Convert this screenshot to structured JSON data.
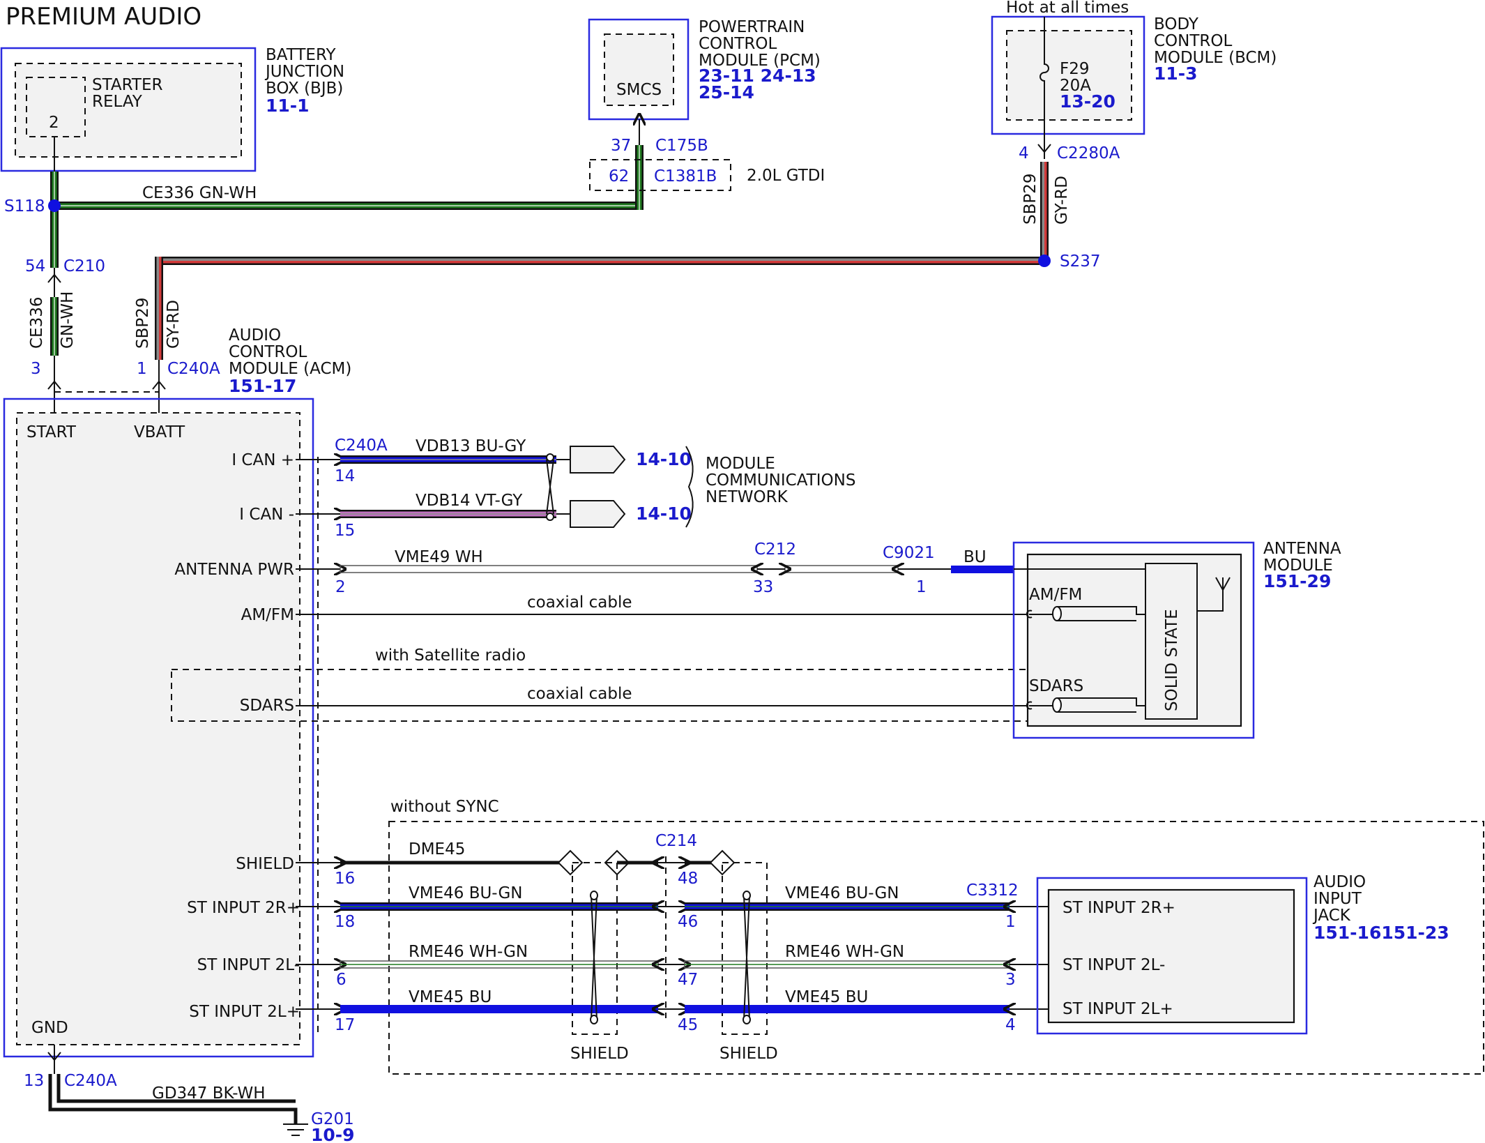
{
  "title": "PREMIUM AUDIO",
  "hot": "Hot at all times",
  "variant_gtdi": "2.0L GTDI",
  "bjb": {
    "name": [
      "BATTERY",
      "JUNCTION",
      "BOX (BJB)"
    ],
    "ref": "11-1",
    "relay": [
      "STARTER",
      "RELAY"
    ],
    "pin": "2"
  },
  "pcm": {
    "name": [
      "POWERTRAIN",
      "CONTROL",
      "MODULE (PCM)"
    ],
    "refs": [
      "23-11 24-13",
      "25-14"
    ],
    "inner": "SMCS"
  },
  "bcm": {
    "name": [
      "BODY",
      "CONTROL",
      "MODULE (BCM)"
    ],
    "ref": "11-3",
    "fuse": [
      "F29",
      "20A"
    ],
    "fuse_ref": "13-20"
  },
  "acm": {
    "name": [
      "AUDIO",
      "CONTROL",
      "MODULE (ACM)"
    ],
    "ref": "151-17",
    "pins": {
      "start": "START",
      "vbatt": "VBATT",
      "gnd": "GND",
      "ican_p": "I CAN +",
      "ican_m": "I CAN -",
      "ant_pwr": "ANTENNA PWR",
      "amfm": "AM/FM",
      "sdars": "SDARS",
      "shield": "SHIELD",
      "st2rp": "ST INPUT 2R+",
      "st2lm": "ST INPUT 2L-",
      "st2lp": "ST INPUT 2L+"
    }
  },
  "antenna": {
    "name": [
      "ANTENNA",
      "MODULE"
    ],
    "ref": "151-29",
    "amfm": "AM/FM",
    "sdars": "SDARS",
    "solid": "SOLID STATE"
  },
  "jack": {
    "name": [
      "AUDIO",
      "INPUT",
      "JACK"
    ],
    "ref": "151-16151-23",
    "p1": "ST INPUT 2R+",
    "p2": "ST INPUT 2L-",
    "p3": "ST INPUT 2L+"
  },
  "connectors": {
    "c175b": "C175B",
    "c175b_pin": "37",
    "c1381b": "C1381B",
    "c1381b_pin": "62",
    "c2280a": "C2280A",
    "c2280a_pin": "4",
    "s118": "S118",
    "s237": "S237",
    "c210": "C210",
    "c210_pin": "54",
    "c210_pin2": "3",
    "c240a": "C240A",
    "c240a_pin1": "1",
    "c240a_pin13": "13",
    "c240a_pin14": "14",
    "c240a_pin15": "15",
    "p2": "2",
    "c212": "C212",
    "p33": "33",
    "c9021": "C9021",
    "p1": "1",
    "c214": "C214",
    "p16": "16",
    "p18": "18",
    "p6": "6",
    "p17": "17",
    "p48": "48",
    "p46": "46",
    "p47": "47",
    "p45": "45",
    "c3312": "C3312",
    "j1": "1",
    "j3": "3",
    "j4": "4",
    "g201": "G201",
    "g201_ref": "10-9"
  },
  "wires": {
    "ce336": "CE336",
    "gnwh": "GN-WH",
    "ce336_top": "CE336   GN-WH",
    "sbp29": "SBP29",
    "gyrd": "GY-RD",
    "vdb13": "VDB13   BU-GY",
    "vdb14": "VDB14   VT-GY",
    "vme49": "VME49   WH",
    "bu": "BU",
    "coax": "coaxial cable",
    "dme45": "DME45",
    "vme46": "VME46   BU-GN",
    "rme46": "RME46   WH-GN",
    "vme45": "VME45   BU",
    "gd347": "GD347  BK-WH"
  },
  "network": {
    "ref": "14-10",
    "label": [
      "MODULE",
      "COMMUNICATIONS",
      "NETWORK"
    ]
  },
  "options": {
    "sat": "with Satellite radio",
    "sync": "without SYNC"
  },
  "shield": "SHIELD",
  "colors": {
    "green": "#1f7a1f",
    "red": "#d23a3a",
    "grey": "#8a8a8a",
    "blue": "#1010e0",
    "violet": "#c070c0",
    "outline": "#2a2ae0"
  }
}
